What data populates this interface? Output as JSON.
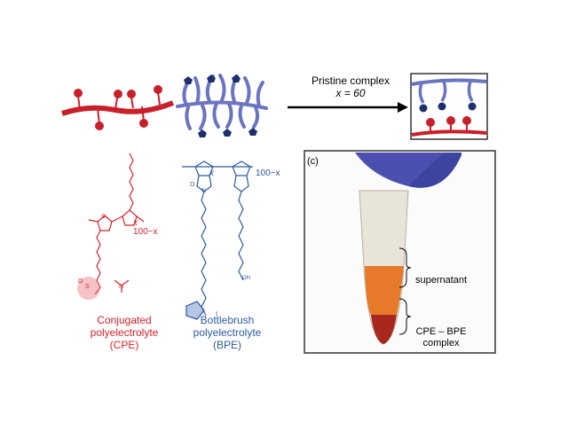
{
  "arrow": {
    "line1": "Pristine complex",
    "line2": "x = 60"
  },
  "cpe": {
    "label_lines": [
      "Conjugated",
      "polyelectrolyte",
      "(CPE)"
    ],
    "repeat_x": "x",
    "repeat_rest": "100−x",
    "atoms": {
      "s": "S",
      "o": "O",
      "n": "N"
    }
  },
  "bpe": {
    "label_lines": [
      "Bottlebrush",
      "polyelectrolyte",
      "(BPE)"
    ],
    "repeat_x": "x",
    "repeat_rest": "100−x",
    "atoms": {
      "o": "O",
      "n": "N",
      "oh": "OH",
      "iodide": "I"
    }
  },
  "photo": {
    "panel_label": "(c)",
    "supernatant": "supernatant",
    "complex_lines": [
      "CPE – BPE",
      "complex"
    ]
  },
  "colors": {
    "cpe": "#d8202a",
    "bpe": "#2c5aa0",
    "brush": "#6a74c0"
  }
}
